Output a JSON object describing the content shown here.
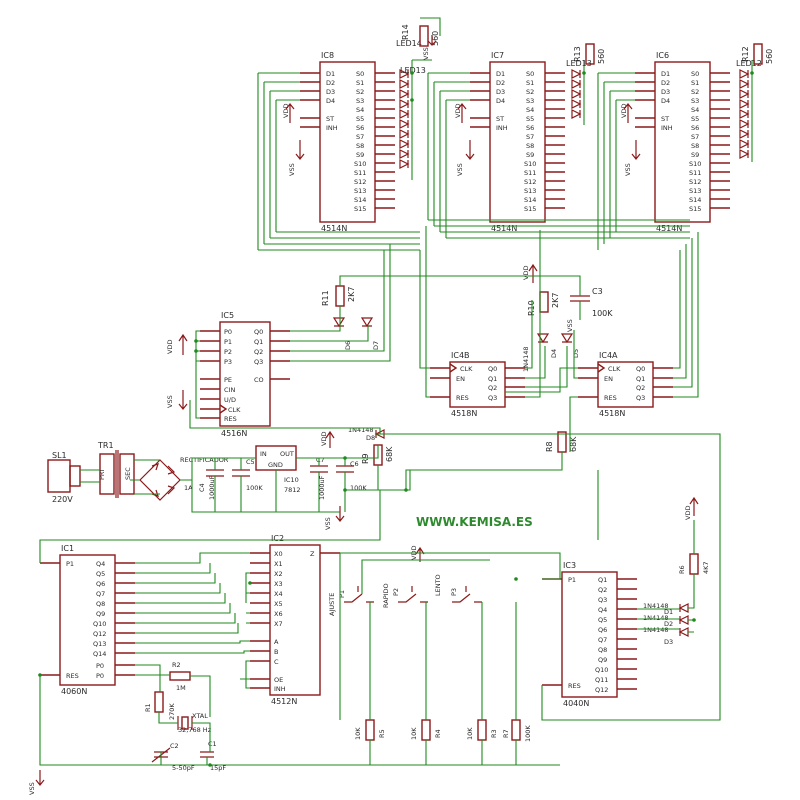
{
  "website": "WWW.KEMISA.ES",
  "chips": [
    {
      "ref": "IC8",
      "part": "4514N",
      "pins_l": [
        "D1",
        "D2",
        "D3",
        "D4",
        "",
        "ST",
        "INH"
      ],
      "pins_r": [
        "S0",
        "S1",
        "S2",
        "S3",
        "S4",
        "S5",
        "S6",
        "S7",
        "S8",
        "S9",
        "S10",
        "S11",
        "S12",
        "S13",
        "S14",
        "S15"
      ]
    },
    {
      "ref": "IC7",
      "part": "4514N",
      "pins_l": [
        "D1",
        "D2",
        "D3",
        "D4",
        "",
        "ST",
        "INH"
      ],
      "pins_r": [
        "S0",
        "S1",
        "S2",
        "S3",
        "S4",
        "S5",
        "S6",
        "S7",
        "S8",
        "S9",
        "S10",
        "S11",
        "S12",
        "S13",
        "S14",
        "S15"
      ]
    },
    {
      "ref": "IC6",
      "part": "4514N",
      "pins_l": [
        "D1",
        "D2",
        "D3",
        "D4",
        "",
        "ST",
        "INH"
      ],
      "pins_r": [
        "S0",
        "S1",
        "S2",
        "S3",
        "S4",
        "S5",
        "S6",
        "S7",
        "S8",
        "S9",
        "S10",
        "S11",
        "S12",
        "S13",
        "S14",
        "S15"
      ]
    },
    {
      "ref": "IC5",
      "part": "4516N",
      "pins_l": [
        "P0",
        "P1",
        "P2",
        "P3",
        "",
        "PE",
        "CIN",
        "U/D",
        "CLK",
        "RES"
      ],
      "pins_r": [
        "Q0",
        "Q1",
        "Q2",
        "Q3",
        "",
        "CO"
      ]
    },
    {
      "ref": "IC4B",
      "part": "4518N",
      "pins_l": [
        "CLK",
        "EN",
        "",
        "RES"
      ],
      "pins_r": [
        "Q0",
        "Q1",
        "Q2",
        "Q3"
      ]
    },
    {
      "ref": "IC4A",
      "part": "4518N",
      "pins_l": [
        "CLK",
        "EN",
        "",
        "RES"
      ],
      "pins_r": [
        "Q0",
        "Q1",
        "Q2",
        "Q3"
      ]
    },
    {
      "ref": "IC1",
      "part": "4060N",
      "pins_l": [
        "P1",
        "",
        "",
        "",
        "",
        "",
        "",
        "",
        "",
        "RES"
      ],
      "pins_r": [
        "Q4",
        "Q5",
        "Q6",
        "Q7",
        "Q8",
        "Q9",
        "Q10",
        "Q12",
        "Q13",
        "Q14",
        "",
        "P0",
        "P0"
      ]
    },
    {
      "ref": "IC2",
      "part": "4512N",
      "pins_l": [
        "X0",
        "X1",
        "X2",
        "X3",
        "X4",
        "X5",
        "X6",
        "X7",
        "",
        "A",
        "B",
        "C",
        "",
        "OE",
        "INH"
      ],
      "pins_r": [
        "Z"
      ]
    },
    {
      "ref": "IC3",
      "part": "4040N",
      "pins_l": [
        "P1",
        "",
        "",
        "",
        "",
        "",
        "",
        "",
        "",
        "",
        "RES"
      ],
      "pins_r": [
        "Q1",
        "Q2",
        "Q3",
        "Q4",
        "Q5",
        "Q6",
        "Q7",
        "Q8",
        "Q9",
        "Q10",
        "Q11",
        "Q12"
      ]
    }
  ],
  "components": {
    "led14": "LED14",
    "led13": "LED13",
    "led12": "LED12",
    "r14": "R14",
    "r13": "R13",
    "r12": "R12",
    "r_led": "560",
    "r11": "R11",
    "r11v": "2K7",
    "r10": "R10",
    "r10v": "2K7",
    "c3": "C3",
    "c3v": "100K",
    "d6": "D6",
    "d7": "D7",
    "d4": "D4",
    "d5": "D5",
    "d1n": "1N4148",
    "d8": "D8",
    "r9": "R9",
    "r9v": "68K",
    "r8": "R8",
    "r8v": "68K",
    "tr1": "TR1",
    "sl1": "SL1",
    "v220": "220V",
    "pri": "PRI",
    "sec": "SEC",
    "rect": "RECTIFICADOR",
    "fuse": "1A",
    "c4": "C4",
    "c4v": "1000uF",
    "c5": "C5",
    "c5v": "100K",
    "ic10": "IC10",
    "ic10v": "7812",
    "c6": "C6",
    "c6v": "100K",
    "c7": "C7",
    "c7v": "1000uF",
    "reg_in": "IN",
    "reg_out": "OUT",
    "reg_gnd": "GND",
    "vdd": "VDD",
    "vss": "VSS",
    "r2": "R2",
    "r2v": "1M",
    "r1": "R1",
    "r1v": "270K",
    "xtal": "XTAL",
    "xtalv": "32,768 Hz",
    "c2": "C2",
    "c2v": "5-50pF",
    "c1": "C1",
    "c1v": "15pF",
    "p1": "P1",
    "p1n": "AJUSTE",
    "p2": "P2",
    "p2n": "RAPIDO",
    "p3": "P3",
    "p3n": "LENTO",
    "r5": "R5",
    "r4": "R4",
    "r3": "R3",
    "r7": "R7",
    "r5v": "10K",
    "r4v": "10K",
    "r3v": "10K",
    "r7v": "100K",
    "r6": "R6",
    "r6v": "4K7",
    "d1": "D1",
    "d2": "D2",
    "d3": "D3"
  },
  "colors": {
    "wire": "#1f8a1f",
    "component": "#8b1a1a",
    "text": "#2a2a2a"
  }
}
